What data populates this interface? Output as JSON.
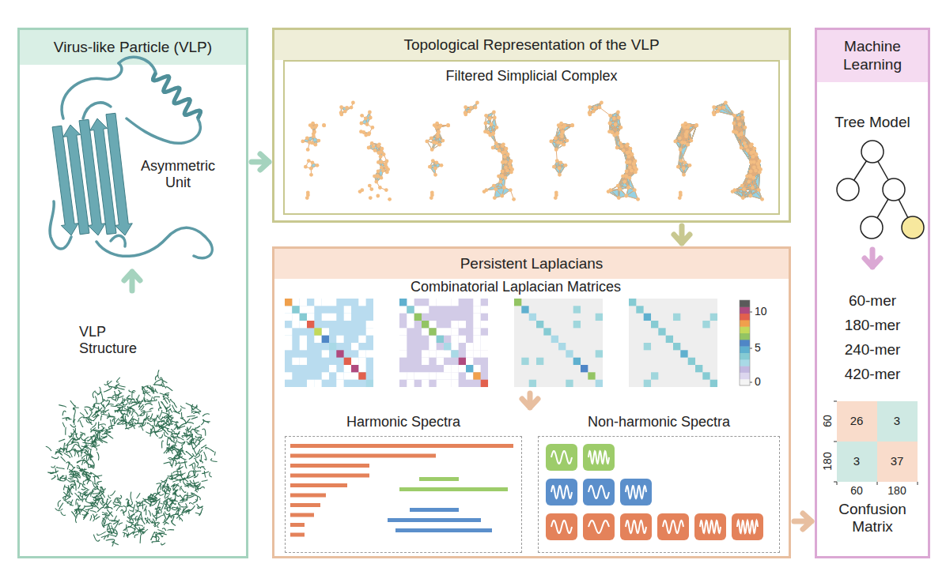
{
  "diagram": {
    "nodes": [
      {
        "text": [
          "Virus-like Particle (VLP)"
        ]
      },
      {
        "text": [
          "Topological Representation of the VLP"
        ]
      },
      {
        "text": [
          "Filtered Simplicial Complex"
        ],
        "in": 1
      },
      {
        "text": [
          "Persistent Laplacians"
        ]
      },
      {
        "text": [
          "Harmonic Spectra"
        ],
        "in": 3
      },
      {
        "text": [
          "Non-harmonic Spectra"
        ],
        "in": 3
      },
      {
        "text": [
          "Machine Learning"
        ]
      }
    ],
    "edges": [
      {
        "from": 0,
        "to": 1,
        "arrow": "to"
      },
      {
        "from": 1,
        "to": 3,
        "arrow": "to"
      },
      {
        "from": 3,
        "to": 6,
        "arrow": "to"
      }
    ],
    "labels": [
      "Asymmetric Unit",
      "VLP Structure",
      "Combinatorial Laplacian Matrices",
      "10",
      "5",
      "0",
      "Tree Model",
      "60-mer",
      "180-mer",
      "240-mer",
      "420-mer",
      "60",
      "26",
      "3",
      "180",
      "3",
      "37",
      "60",
      "180",
      "Confusion Matrix"
    ]
  }
}
